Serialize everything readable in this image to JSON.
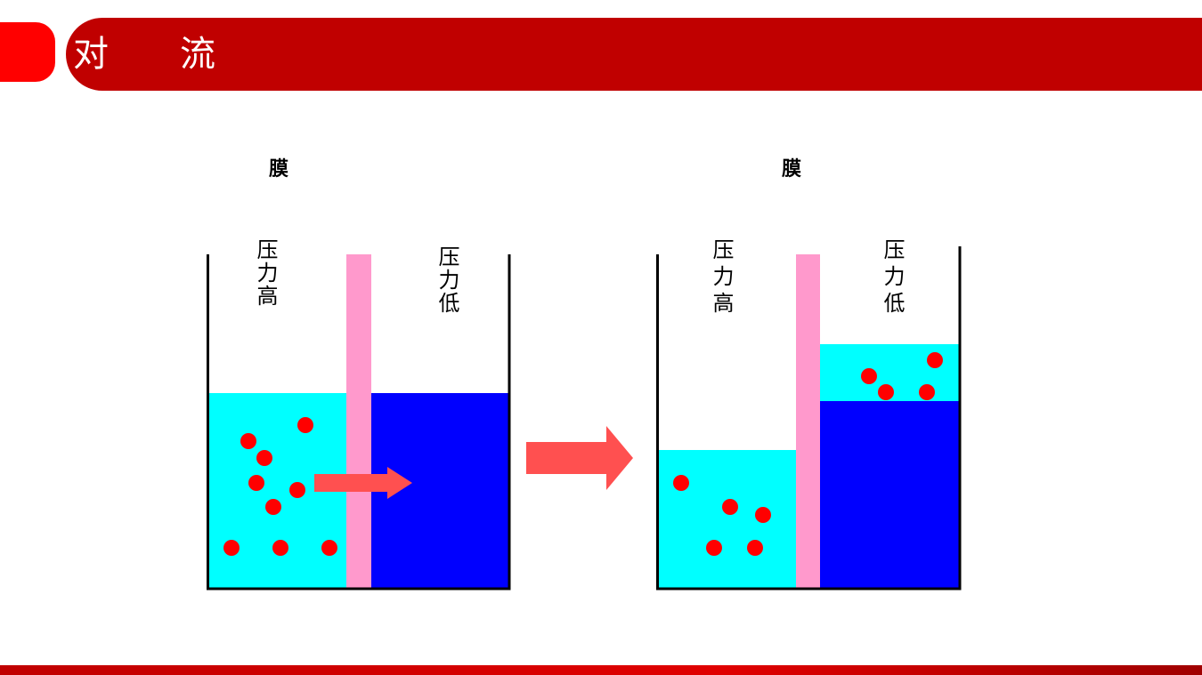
{
  "header": {
    "title": "对　　流"
  },
  "diagram": {
    "before": {
      "membrane_label": "膜",
      "left_label": "压力高",
      "right_label": "压力低"
    },
    "after": {
      "membrane_label": "膜",
      "left_label": "压力高",
      "right_label": "压力低"
    },
    "colors": {
      "low_side_liquid": "#00ffff",
      "high_side_liquid": "#0000ff",
      "membrane": "#ff99cc",
      "particle": "#ff0000",
      "arrow": "#ff5050"
    }
  }
}
